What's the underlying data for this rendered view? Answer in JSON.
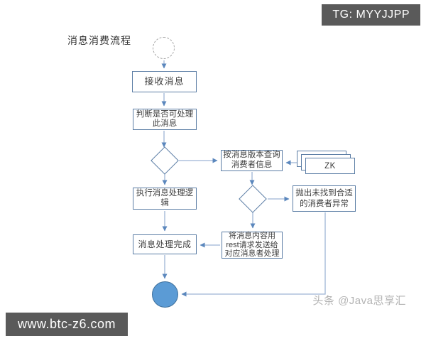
{
  "colors": {
    "accent": "#5b9bd5",
    "node-border": "#5b7da5",
    "connector": "#9db5d5",
    "arrowhead": "#5b87bd",
    "end-fill": "#5b9bd5",
    "end-border": "#41719c",
    "badge-bg": "#5a5a5a",
    "credit-color": "#b3b3b3",
    "text": "#3d3d3d"
  },
  "watermarks": {
    "tg_badge": "TG: MYYJJPP",
    "site_badge": "www.btc-z6.com",
    "credit": "头条 @Java思享汇"
  },
  "diagram": {
    "title": "消息消费流程",
    "nodes": {
      "receive": "接收消息",
      "judge": "判断是否可处理\n此消息",
      "query": "按消息版本查询\n消费者信息",
      "zk": "ZK",
      "execute": "执行消息处理逻\n辑",
      "throw_exception": "抛出未找到合适\n的消费者异常",
      "rest_send": "将消息内容用\nrest请求发送给\n对应消息者处理",
      "done": "消息处理完成"
    }
  }
}
